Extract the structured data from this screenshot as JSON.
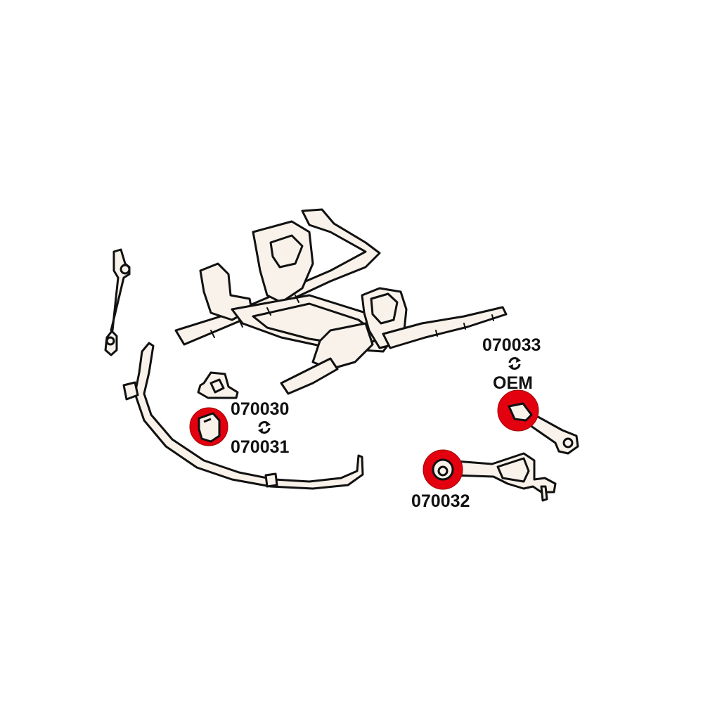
{
  "colors": {
    "highlight": "#e3000f",
    "line": "#111111",
    "part_fill": "#f8f2ea",
    "background": "#ffffff"
  },
  "labels": {
    "bushing_a": "070030",
    "bushing_b": "070031",
    "control_arm_bushing": "070032",
    "tension_rod_bushing": "070033",
    "oem": "OEM"
  },
  "icons": [
    "swap-arrows-icon",
    "swap-arrows-icon"
  ]
}
